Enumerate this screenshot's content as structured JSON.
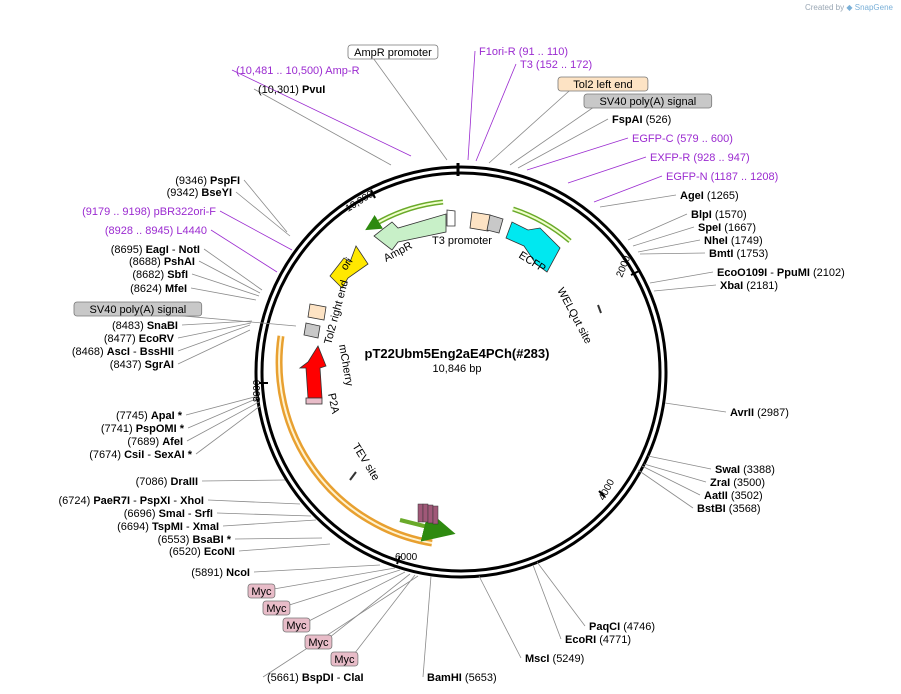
{
  "credit": {
    "prefix": "Created by",
    "brand": "SnapGene"
  },
  "plasmid": {
    "name": "pT22Ubm5Eng2aE4PCh(#283)",
    "size_label": "10,846 bp",
    "length": 10846
  },
  "colors": {
    "enzyme": "#000000",
    "primer": "#9b2bd0",
    "feature_box_gray": "#c8c8c8",
    "feature_box_peach": "#fde3c4",
    "feature_box_pink": "#e8bcc8",
    "egfp_outline": "#6aaa2a",
    "orange_outline": "#e8a030",
    "ampr": "#c8f0c8",
    "ori": "#ffe800",
    "ecfp": "#00e8f0",
    "mcherry": "#ff0000"
  },
  "ticks": [
    {
      "text": "10,000",
      "pos": 10000
    },
    {
      "text": "2000",
      "pos": 2000
    },
    {
      "text": "4000",
      "pos": 4000
    },
    {
      "text": "6000",
      "pos": 6000
    },
    {
      "text": "8000",
      "pos": 8000
    }
  ],
  "inner_labels": [
    {
      "text": "T3 promoter"
    },
    {
      "text": "AmpR"
    },
    {
      "text": "ECFP"
    },
    {
      "text": "ori"
    },
    {
      "text": "WELQut site"
    },
    {
      "text": "Tol2 right end"
    },
    {
      "text": "mCherry"
    },
    {
      "text": "P2A"
    },
    {
      "text": "TEV site"
    }
  ],
  "left_labels": [
    {
      "kind": "primer",
      "pos": "(10,481 .. 10,500)",
      "name": "Amp-R"
    },
    {
      "kind": "enzyme",
      "pos": "(10,301)",
      "name": "PvuI"
    },
    {
      "kind": "enzyme",
      "pos": "(9346)",
      "name": "PspFI"
    },
    {
      "kind": "enzyme",
      "pos": "(9342)",
      "name": "BseYI"
    },
    {
      "kind": "primer",
      "pos": "(9179 .. 9198)",
      "name": "pBR322ori-F"
    },
    {
      "kind": "primer",
      "pos": "(8928 .. 8945)",
      "name": "L4440"
    },
    {
      "kind": "enzyme",
      "pos": "(8695)",
      "name": "EagI",
      "name2": "NotI"
    },
    {
      "kind": "enzyme",
      "pos": "(8688)",
      "name": "PshAI"
    },
    {
      "kind": "enzyme",
      "pos": "(8682)",
      "name": "SbfI"
    },
    {
      "kind": "enzyme",
      "pos": "(8624)",
      "name": "MfeI"
    },
    {
      "kind": "feature",
      "name": "SV40 poly(A) signal"
    },
    {
      "kind": "enzyme",
      "pos": "(8483)",
      "name": "SnaBI"
    },
    {
      "kind": "enzyme",
      "pos": "(8477)",
      "name": "EcoRV"
    },
    {
      "kind": "enzyme",
      "pos": "(8468)",
      "name": "AscI",
      "name2": "BssHII"
    },
    {
      "kind": "enzyme",
      "pos": "(8437)",
      "name": "SgrAI"
    },
    {
      "kind": "enzyme",
      "pos": "(7745)",
      "name": "ApaI",
      "star": "*"
    },
    {
      "kind": "enzyme",
      "pos": "(7741)",
      "name": "PspOMI",
      "star": "*"
    },
    {
      "kind": "enzyme",
      "pos": "(7689)",
      "name": "AfeI"
    },
    {
      "kind": "enzyme",
      "pos": "(7674)",
      "name": "CsiI",
      "name2": "SexAI",
      "star": "*"
    },
    {
      "kind": "enzyme",
      "pos": "(7086)",
      "name": "DraIII"
    },
    {
      "kind": "enzyme",
      "pos": "(6724)",
      "name": "PaeR7I",
      "name2": "PspXI",
      "name3": "XhoI"
    },
    {
      "kind": "enzyme",
      "pos": "(6696)",
      "name": "SmaI",
      "name2": "SrfI"
    },
    {
      "kind": "enzyme",
      "pos": "(6694)",
      "name": "TspMI",
      "name2": "XmaI"
    },
    {
      "kind": "enzyme",
      "pos": "(6553)",
      "name": "BsaBI",
      "star": "*"
    },
    {
      "kind": "enzyme",
      "pos": "(6520)",
      "name": "EcoNI"
    },
    {
      "kind": "enzyme",
      "pos": "(5891)",
      "name": "NcoI"
    },
    {
      "kind": "feature",
      "name": "Myc"
    },
    {
      "kind": "feature",
      "name": "Myc"
    },
    {
      "kind": "feature",
      "name": "Myc"
    },
    {
      "kind": "feature",
      "name": "Myc"
    },
    {
      "kind": "feature",
      "name": "Myc"
    },
    {
      "kind": "enzyme",
      "pos": "(5661)",
      "name": "BspDI",
      "name2": "ClaI"
    }
  ],
  "top_labels": [
    {
      "kind": "feature",
      "name": "AmpR promoter"
    },
    {
      "kind": "primer",
      "name": "F1ori-R",
      "pos": "(91 .. 110)"
    },
    {
      "kind": "primer",
      "name": "T3",
      "pos": "(152 .. 172)"
    },
    {
      "kind": "feature",
      "name": "Tol2 left end"
    },
    {
      "kind": "feature",
      "name": "SV40 poly(A) signal"
    }
  ],
  "right_labels": [
    {
      "kind": "enzyme",
      "name": "FspAI",
      "pos": "(526)"
    },
    {
      "kind": "primer",
      "name": "EGFP-C",
      "pos": "(579 .. 600)"
    },
    {
      "kind": "primer",
      "name": "EXFP-R",
      "pos": "(928 .. 947)"
    },
    {
      "kind": "primer",
      "name": "EGFP-N",
      "pos": "(1187 .. 1208)"
    },
    {
      "kind": "enzyme",
      "name": "AgeI",
      "pos": "(1265)"
    },
    {
      "kind": "enzyme",
      "name": "BlpI",
      "pos": "(1570)"
    },
    {
      "kind": "enzyme",
      "name": "SpeI",
      "pos": "(1667)"
    },
    {
      "kind": "enzyme",
      "name": "NheI",
      "pos": "(1749)"
    },
    {
      "kind": "enzyme",
      "name": "BmtI",
      "pos": "(1753)"
    },
    {
      "kind": "enzyme",
      "name": "EcoO109I",
      "name2": "PpuMI",
      "pos": "(2102)"
    },
    {
      "kind": "enzyme",
      "name": "XbaI",
      "pos": "(2181)"
    },
    {
      "kind": "enzyme",
      "name": "AvrII",
      "pos": "(2987)"
    },
    {
      "kind": "enzyme",
      "name": "SwaI",
      "pos": "(3388)"
    },
    {
      "kind": "enzyme",
      "name": "ZraI",
      "pos": "(3500)"
    },
    {
      "kind": "enzyme",
      "name": "AatII",
      "pos": "(3502)"
    },
    {
      "kind": "enzyme",
      "name": "BstBI",
      "pos": "(3568)"
    },
    {
      "kind": "enzyme",
      "name": "PaqCI",
      "pos": "(4746)"
    },
    {
      "kind": "enzyme",
      "name": "EcoRI",
      "pos": "(4771)"
    },
    {
      "kind": "enzyme",
      "name": "MscI",
      "pos": "(5249)"
    },
    {
      "kind": "enzyme",
      "name": "BamHI",
      "pos": "(5653)"
    }
  ]
}
